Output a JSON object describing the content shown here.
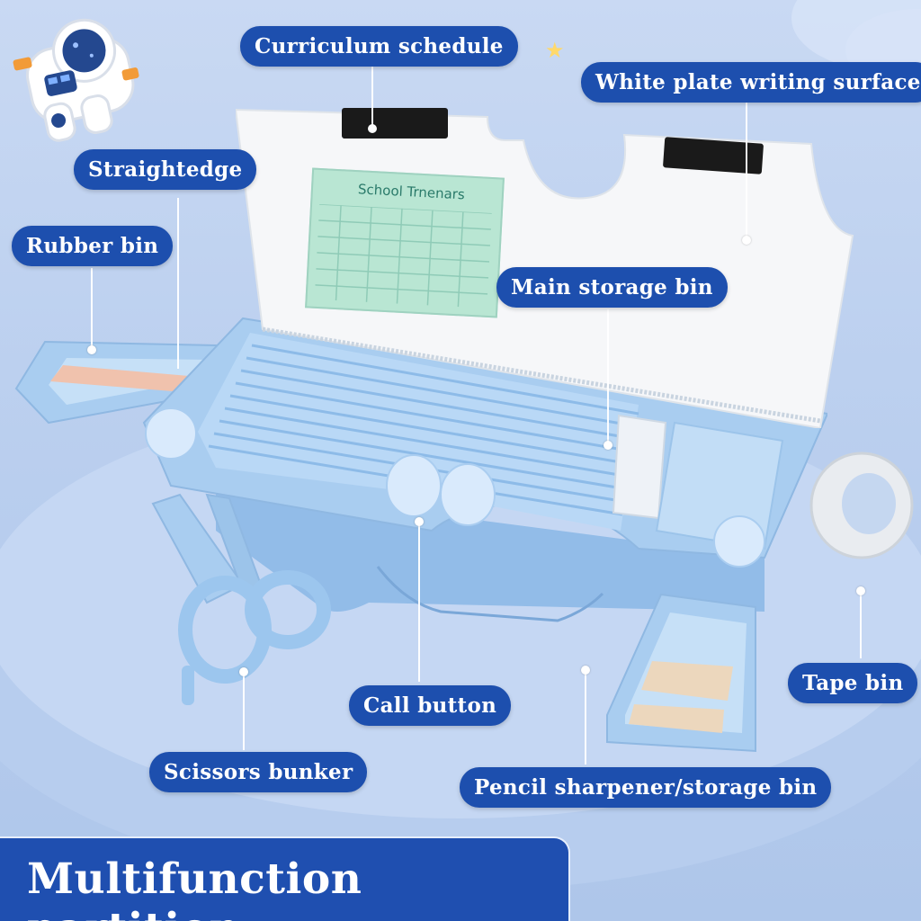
{
  "labels": {
    "curriculum_schedule": "Curriculum schedule",
    "white_plate": "White plate writing surface",
    "straightedge": "Straightedge",
    "rubber_bin": "Rubber bin",
    "main_storage": "Main storage bin",
    "call_button": "Call button",
    "tape_bin": "Tape bin",
    "scissors_bunker": "Scissors bunker",
    "pencil_sharpener": "Pencil sharpener/storage bin"
  },
  "schedule_card": {
    "title": "School Trnenars"
  },
  "banner": {
    "title": "Multifunction partition"
  },
  "colors": {
    "label_bg": "#1d4fae",
    "case_blue": "#a9cdf0",
    "lid_white": "#f6f7f9",
    "background": "#bcd0ef"
  },
  "icons": {
    "sticker": "astronaut-sticker-icon",
    "star": "star-icon"
  }
}
